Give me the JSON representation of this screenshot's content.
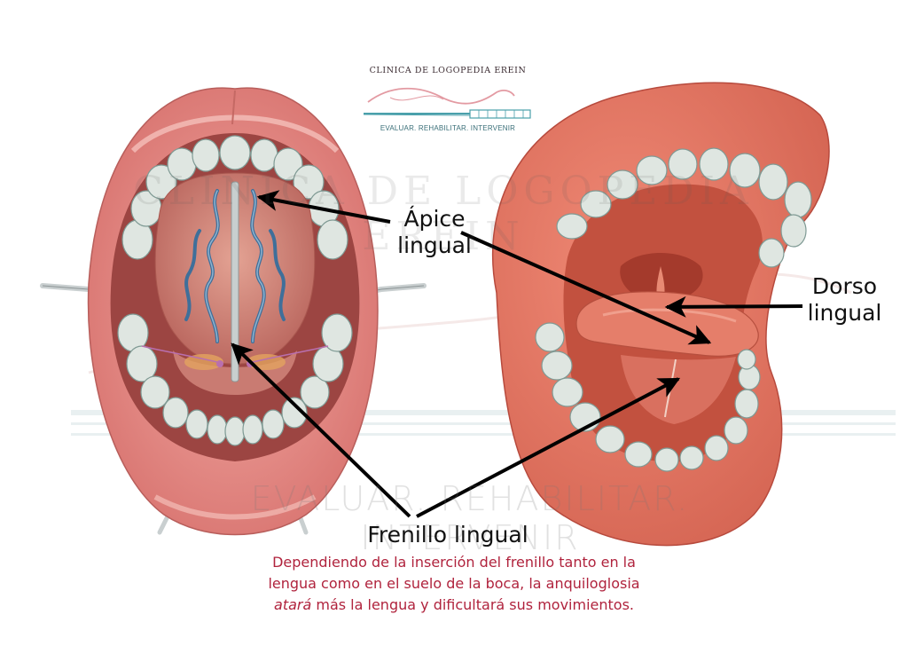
{
  "logo": {
    "title": "CLINICA DE LOGOPEDIA EREIN",
    "tagline": "EVALUAR. REHABILITAR. INTERVENIR"
  },
  "watermark": {
    "top": "CLINICA DE LOGOPEDIA EREIN",
    "bottom": "EVALUAR. REHABILITAR. INTERVENIR"
  },
  "labels": {
    "apice": {
      "line1": "Ápice",
      "line2": "lingual"
    },
    "dorso": {
      "line1": "Dorso",
      "line2": "lingual"
    },
    "frenillo": "Frenillo lingual"
  },
  "caption": {
    "line1": "Dependiendo de la inserción del frenillo tanto en la",
    "line2": "lengua como en el suelo de la boca, la anquiloglosia",
    "line3_italic": "atará",
    "line3_rest": " más la lengua y dificultará sus movimientos."
  },
  "colors": {
    "lip": "#e48c88",
    "mouth_inner": "#b95a55",
    "tongue_under": "#d98f84",
    "tooth": "#dfe6e1",
    "tooth_outline": "#8aa39d",
    "vein": "#3f6f9a",
    "caption": "#b0233d",
    "arrow": "#000000"
  }
}
